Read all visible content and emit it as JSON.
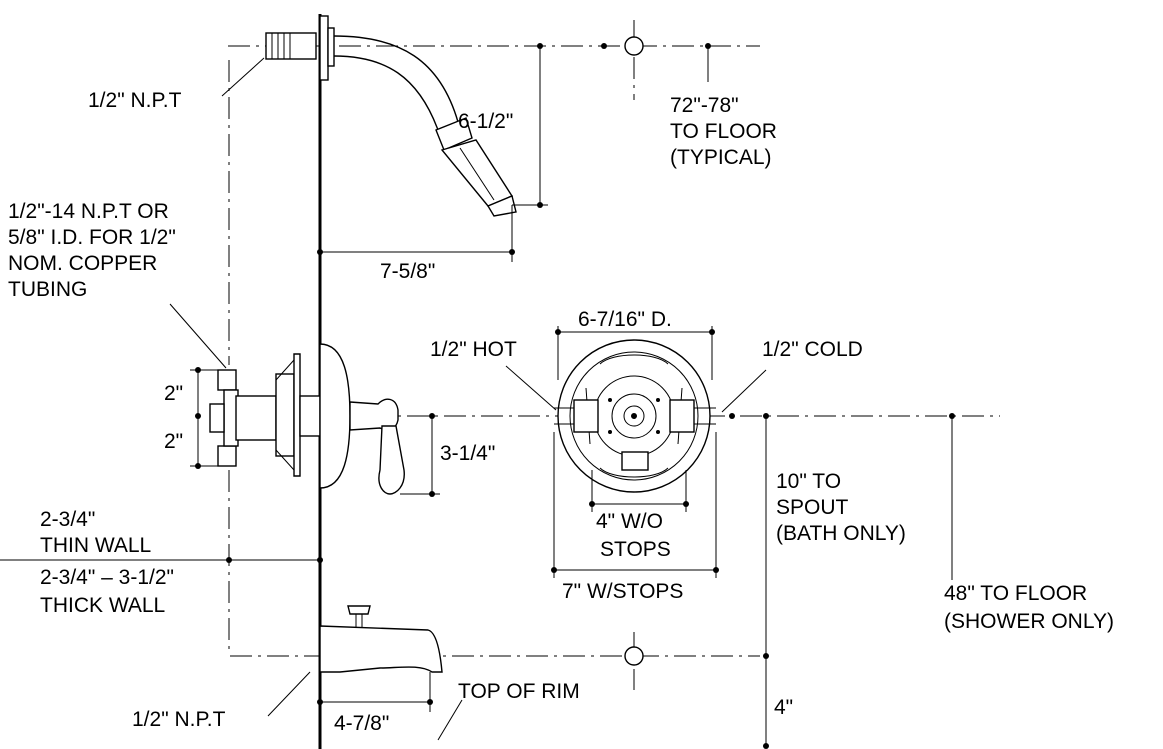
{
  "labels": {
    "npt_top": "1/2\" N.P.T",
    "height_1": "72\"-78\"",
    "height_2": "TO FLOOR",
    "height_3": "(TYPICAL)",
    "arm_drop": "6-1/2\"",
    "arm_reach": "7-5/8\"",
    "inlet_1": "1/2\"-14 N.P.T OR",
    "inlet_2": "5/8\" I.D. FOR 1/2\"",
    "inlet_3": "NOM. COPPER",
    "inlet_4": "TUBING",
    "plate_dia": "6-7/16\" D.",
    "hot": "1/2\" HOT",
    "cold": "1/2\" COLD",
    "two_upper": "2\"",
    "two_lower": "2\"",
    "handle_drop": "3-1/4\"",
    "spout_1": "10\" TO",
    "spout_2": "SPOUT",
    "spout_3": "(BATH ONLY)",
    "wo_stops_1": "4\" W/O",
    "wo_stops_2": "STOPS",
    "w_stops": "7\" W/STOPS",
    "thin_1": "2-3/4\"",
    "thin_2": "THIN WALL",
    "thick_1": "2-3/4\" – 3-1/2\"",
    "thick_2": "THICK WALL",
    "floor_1": "48\"   TO FLOOR",
    "floor_2": "(SHOWER ONLY)",
    "npt_bottom": "1/2\" N.P.T",
    "rim": "TOP OF RIM",
    "spout_reach": "4-7/8\"",
    "rim_height": "4\""
  }
}
